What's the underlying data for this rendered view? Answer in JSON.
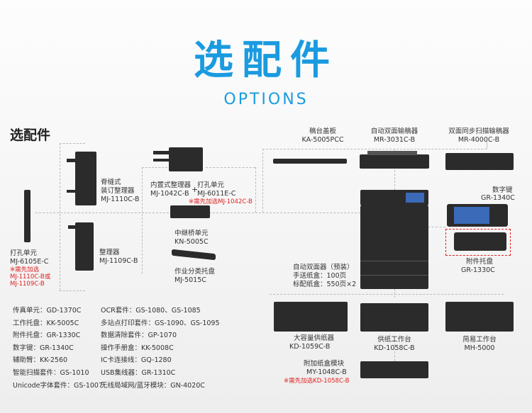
{
  "header": {
    "title": "选配件",
    "subtitle": "OPTIONS"
  },
  "section_title": "选配件",
  "accessories": {
    "hole_punch_6105": {
      "name": "打孔单元",
      "model": "MJ-6105E-C",
      "note1": "※需先加选",
      "note2": "MJ-1110C-B或",
      "note3": "MJ-1109C-B"
    },
    "saddle_finisher": {
      "name1": "脊缝式",
      "name2": "装订整理器",
      "model": "MJ-1110C-B"
    },
    "finisher": {
      "name": "整理器",
      "model": "MJ-1109C-B"
    },
    "inner_finisher": {
      "name": "内置式整理器",
      "model": "MJ-1042C-B",
      "plus": "+"
    },
    "hole_punch_6011": {
      "name": "打孔单元",
      "model": "MJ-6011E-C",
      "note": "※需先加选MJ-1042C-B"
    },
    "bridge": {
      "name": "中继桥单元",
      "model": "KN-5005C"
    },
    "job_separator": {
      "name": "作业分类托盘",
      "model": "MJ-5015C"
    },
    "platen_cover": {
      "name": "稿台盖板",
      "model": "KA-5005PCC"
    },
    "radf": {
      "name": "自动双面输稿器",
      "model": "MR-3031C-B"
    },
    "dsdf": {
      "name": "双面同步扫描输稿器",
      "model": "MR-4000C-B"
    },
    "keypad": {
      "name": "数字键",
      "model": "GR-1340C"
    },
    "accessory_tray": {
      "name": "附件托盘",
      "model": "GR-1330C"
    },
    "main_unit": {
      "l1": "自动双面器（预装）",
      "l2": "手送纸盒：100页",
      "l3": "标配纸盒：550页×2"
    },
    "lcf": {
      "name": "大容量供纸器",
      "model": "KD-1059C-B"
    },
    "paper_stand": {
      "name": "供纸工作台",
      "model": "KD-1058C-B"
    },
    "simple_stand": {
      "name": "简易工作台",
      "model": "MH-5000"
    },
    "extra_drawer": {
      "name": "附加纸盒模块",
      "model": "MY-1048C-B",
      "note": "※需先加选KD-1058C-B"
    }
  },
  "options_list": {
    "col1": [
      "传真单元：GD-1370C",
      "工作托盘：KK-5005C",
      "附件托盘：GR-1330C",
      "数字键：GR-1340C",
      "辅助臂：KK-2560",
      "智能扫描套件：GS-1010",
      "Unicode字体套件：GS-1007"
    ],
    "col2": [
      "OCR套件：GS-1080、GS-1085",
      "多站点打印套件：GS-1090、GS-1095",
      "数据清除套件：GP-1070",
      "操作手册盒：KK-5008C",
      "IC卡连接线：GQ-1280",
      "USB集线器：GR-1310C",
      "无线局域网/蓝牙模块：GN-4020C"
    ]
  },
  "colors": {
    "accent": "#1a9be0",
    "note_red": "#e02020"
  }
}
